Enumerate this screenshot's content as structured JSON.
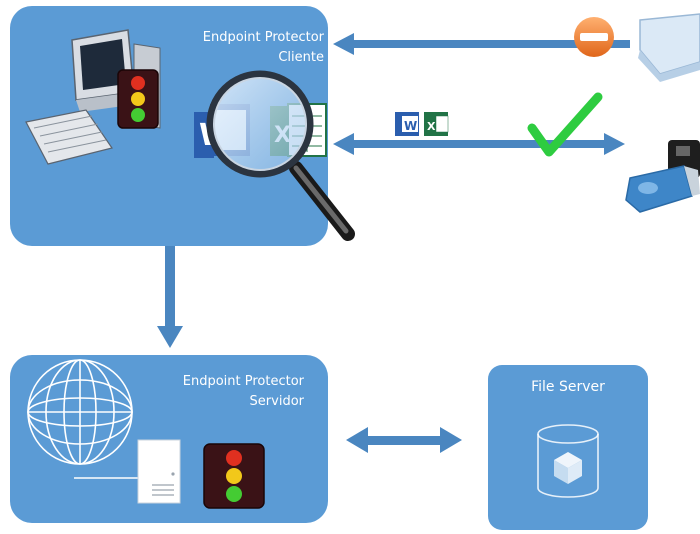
{
  "client": {
    "title_line1": "Endpoint Protector",
    "title_line2": "Cliente"
  },
  "server": {
    "title_line1": "Endpoint Protector",
    "title_line2": "Servidor"
  },
  "file_server": {
    "title": "File Server"
  },
  "icons": {
    "word_letter": "W",
    "excel_letter": "X"
  },
  "colors": {
    "box_fill": "#5b9bd5",
    "arrow": "#4a86c0",
    "block_orange": "#f28a33",
    "check_green": "#2ecc40",
    "traffic_red": "#e03020",
    "traffic_yellow": "#f2c81a",
    "traffic_green": "#44cc33"
  }
}
